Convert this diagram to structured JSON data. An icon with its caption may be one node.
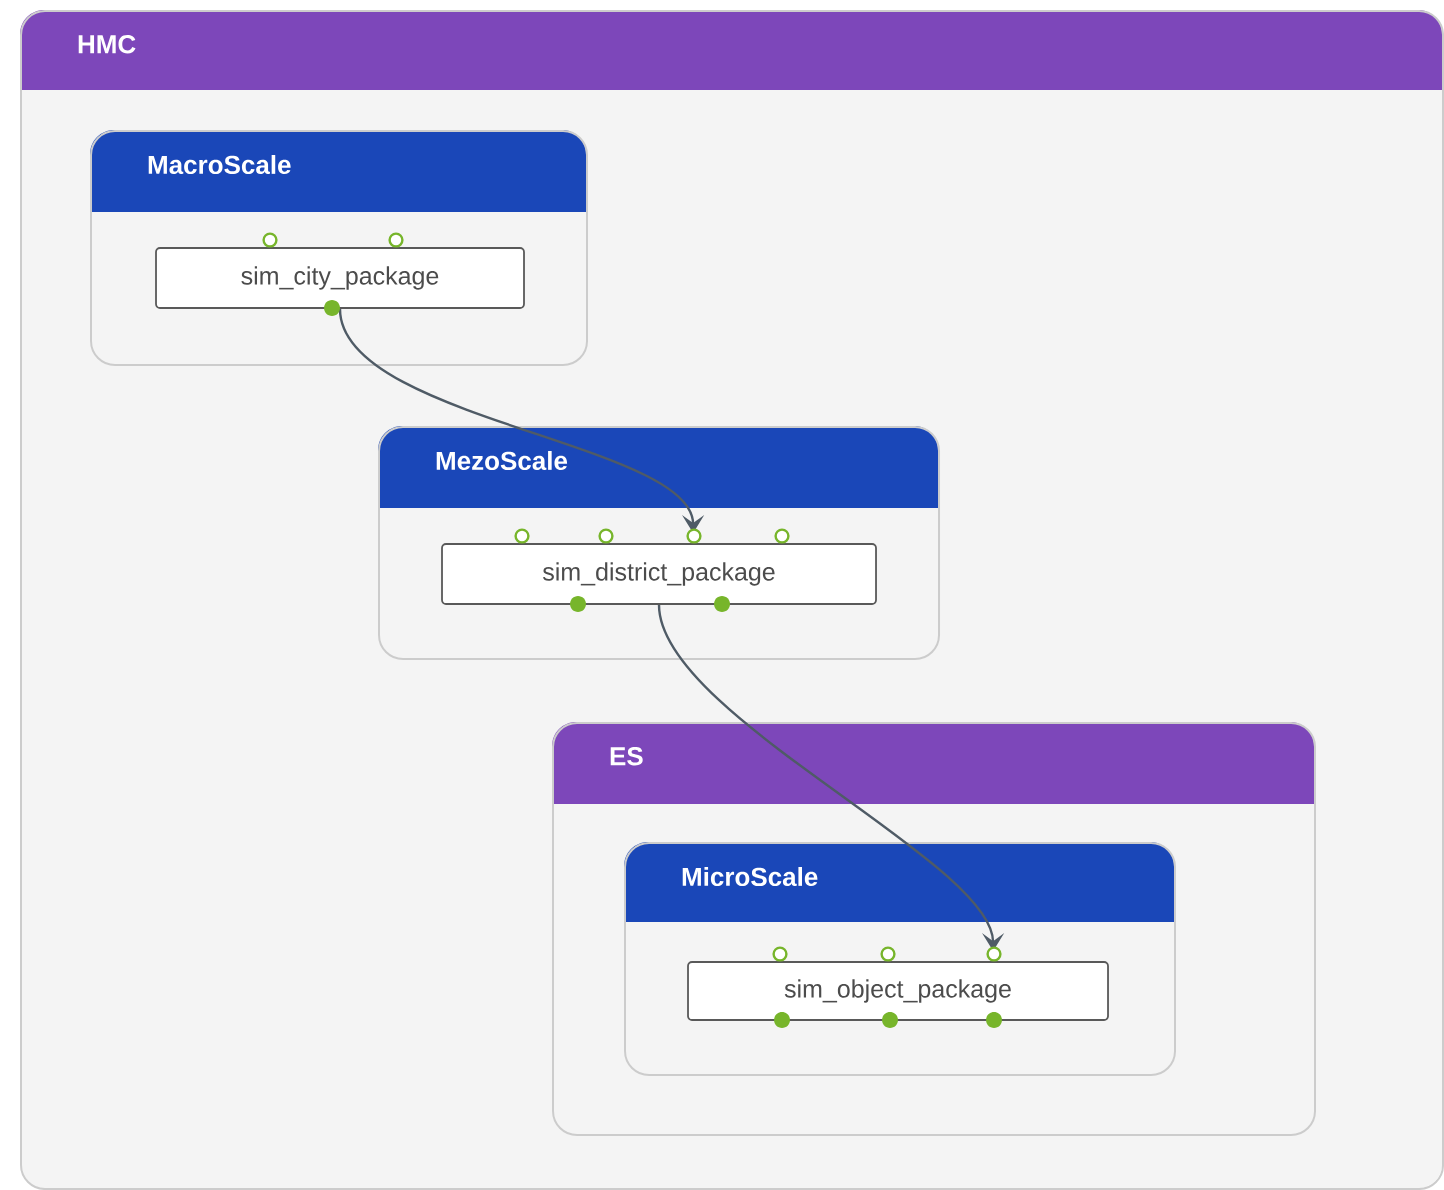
{
  "diagram": {
    "nodes": [
      {
        "text": [
          "HMC"
        ]
      },
      {
        "text": [
          "MacroScale"
        ],
        "in": 0
      },
      {
        "text": [
          "sim_city_package"
        ],
        "in": 1
      },
      {
        "text": [
          "MezoScale"
        ],
        "in": 0
      },
      {
        "text": [
          "sim_district_package"
        ],
        "in": 3
      },
      {
        "text": [
          "ES"
        ],
        "in": 0
      },
      {
        "text": [
          "MicroScale"
        ],
        "in": 5
      },
      {
        "text": [
          "sim_object_package"
        ],
        "in": 6
      }
    ],
    "edges": [
      {
        "from": 2,
        "to": 4,
        "arrow": "to"
      },
      {
        "from": 4,
        "to": 7,
        "arrow": "to"
      }
    ]
  }
}
